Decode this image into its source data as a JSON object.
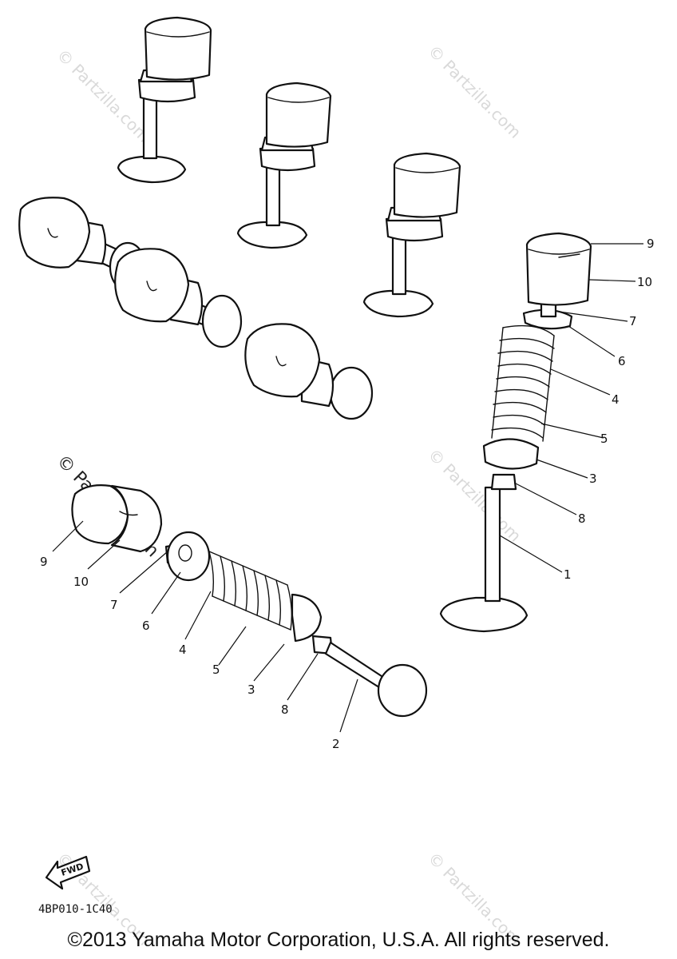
{
  "diagram": {
    "watermark": "© Partzilla.com",
    "callouts_right": [
      "9",
      "10",
      "7",
      "6",
      "4",
      "5",
      "3",
      "8",
      "1"
    ],
    "callouts_left": [
      "9",
      "10",
      "7",
      "6",
      "4",
      "5",
      "3",
      "8",
      "2"
    ],
    "direction_label": "FWD",
    "diagram_code": "4BP010-1C40",
    "copyright": "©2013  Yamaha Motor Corporation, U.S.A. All rights reserved."
  }
}
